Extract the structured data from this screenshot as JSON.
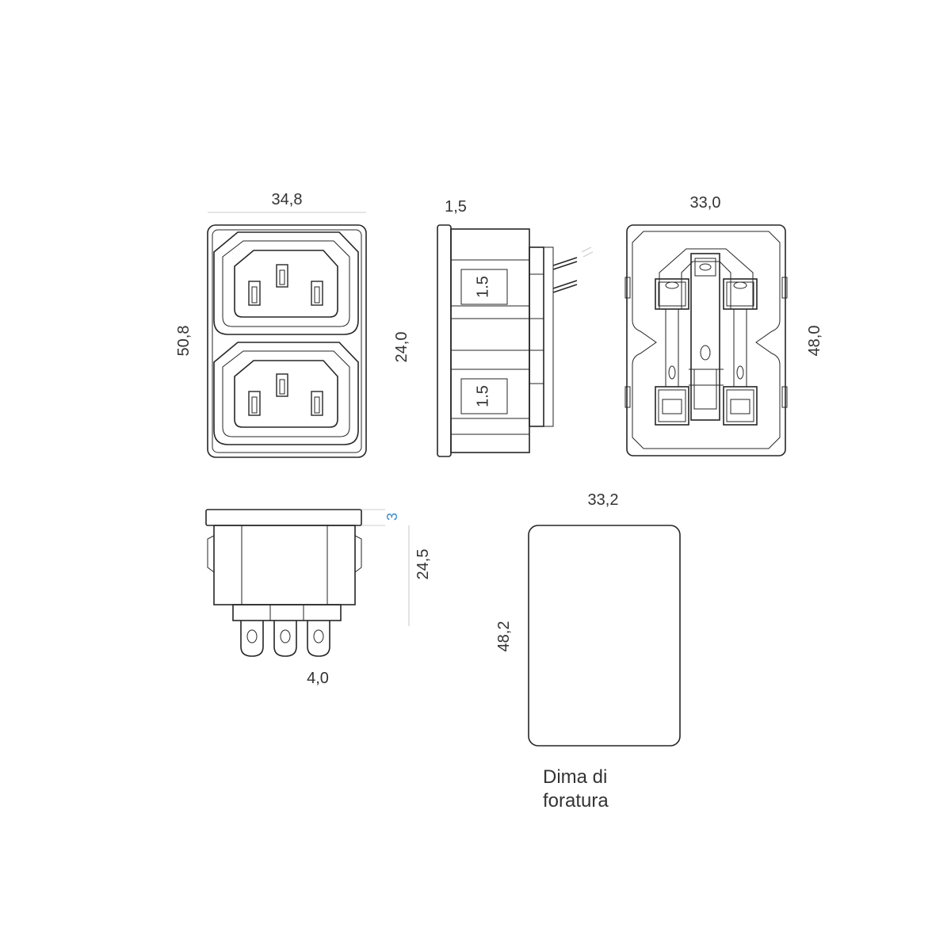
{
  "dimensions": {
    "front_width": "34,8",
    "front_height": "50,8",
    "side_flange": "1,5",
    "side_height": "24,0",
    "rear_width": "33,0",
    "rear_height": "48,0",
    "bottom_flange": "3",
    "bottom_height": "24,5",
    "bottom_pitch": "4,0",
    "cutout_width": "33,2",
    "cutout_height": "48,2"
  },
  "fuse_labels": [
    "1.5",
    "1.5"
  ],
  "cutout_caption": [
    "Dima di",
    "foratura"
  ],
  "colors": {
    "line": "#262626",
    "text": "#333333",
    "accent": "#3b8fd0"
  }
}
